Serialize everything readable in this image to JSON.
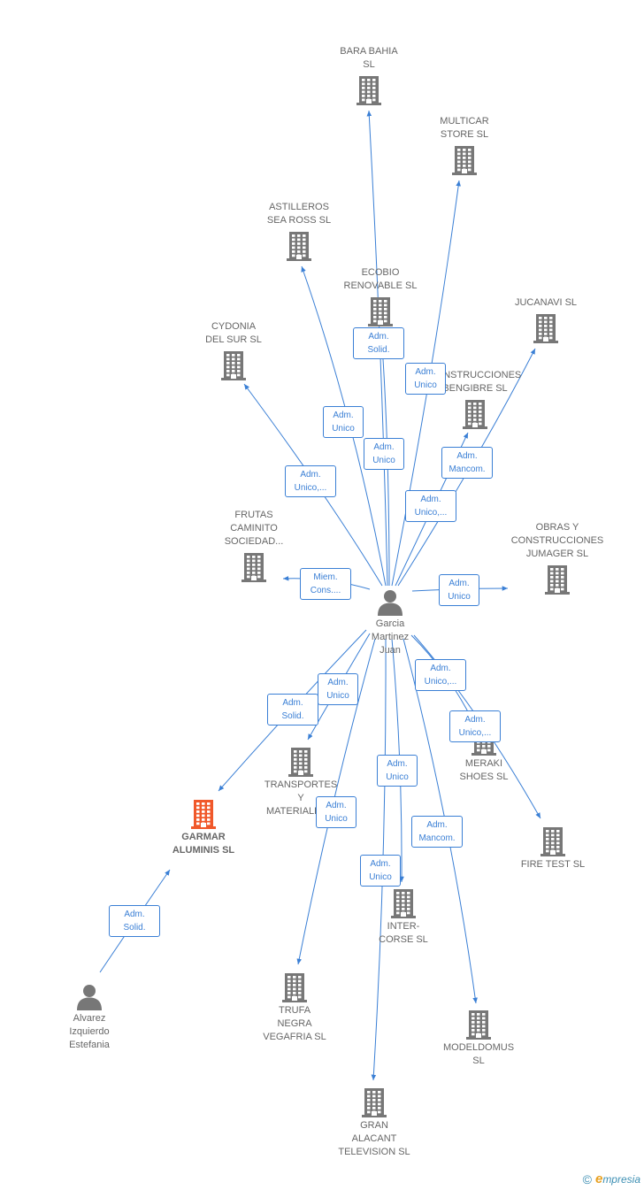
{
  "colors": {
    "edge": "#3a7fd5",
    "company_icon": "#777777",
    "highlight_icon": "#f0582a",
    "person_icon": "#777777"
  },
  "nodes": [
    {
      "id": "bara",
      "type": "company",
      "label": "BARA BAHIA\nSL"
    },
    {
      "id": "multicar",
      "type": "company",
      "label": "MULTICAR\nSTORE  SL"
    },
    {
      "id": "astilleros",
      "type": "company",
      "label": "ASTILLEROS\nSEA ROSS  SL"
    },
    {
      "id": "ecobio",
      "type": "company",
      "label": "ECOBIO\nRENOVABLE SL"
    },
    {
      "id": "jucanavi",
      "type": "company",
      "label": "JUCANAVI SL"
    },
    {
      "id": "cydonia",
      "type": "company",
      "label": "CYDONIA\nDEL SUR  SL"
    },
    {
      "id": "bengibre",
      "type": "company",
      "label": "CONSTRUCCIONES\nBENGIBRE SL"
    },
    {
      "id": "frutas",
      "type": "company",
      "label": "FRUTAS\nCAMINITO\nSOCIEDAD..."
    },
    {
      "id": "obras",
      "type": "company",
      "label": "OBRAS Y\nCONSTRUCCIONES\nJUMAGER SL"
    },
    {
      "id": "garcia",
      "type": "person",
      "label": "Garcia\nMartinez\nJuan"
    },
    {
      "id": "meraki",
      "type": "company",
      "label": "MERAKI\nSHOES  SL"
    },
    {
      "id": "transportes",
      "type": "company",
      "label": "TRANSPORTES\nY\nMATERIALES..."
    },
    {
      "id": "garmar",
      "type": "company",
      "label": "GARMAR\nALUMINIS  SL",
      "highlight": true
    },
    {
      "id": "firetest",
      "type": "company",
      "label": "FIRE TEST SL"
    },
    {
      "id": "intercorse",
      "type": "company",
      "label": "INTER-\nCORSE SL"
    },
    {
      "id": "alvarez",
      "type": "person",
      "label": "Alvarez\nIzquierdo\nEstefania"
    },
    {
      "id": "trufa",
      "type": "company",
      "label": "TRUFA\nNEGRA\nVEGAFRIA  SL"
    },
    {
      "id": "modeldomus",
      "type": "company",
      "label": "MODELDOMUS\nSL"
    },
    {
      "id": "gran",
      "type": "company",
      "label": "GRAN\nALACANT\nTELEVISION SL"
    }
  ],
  "edges": [
    {
      "from": "garcia",
      "to": "bara",
      "label": "Adm.\nUnico"
    },
    {
      "from": "garcia",
      "to": "multicar",
      "label": "Adm.\nUnico"
    },
    {
      "from": "garcia",
      "to": "astilleros",
      "label": "Adm.\nUnico"
    },
    {
      "from": "garcia",
      "to": "ecobio",
      "label": "Adm.\nSolid."
    },
    {
      "from": "garcia",
      "to": "jucanavi",
      "label": "Adm.\nUnico,..."
    },
    {
      "from": "garcia",
      "to": "cydonia",
      "label": "Adm.\nUnico,..."
    },
    {
      "from": "garcia",
      "to": "bengibre",
      "label": "Adm.\nMancom."
    },
    {
      "from": "garcia",
      "to": "frutas",
      "label": "Miem.\nCons...."
    },
    {
      "from": "garcia",
      "to": "obras",
      "label": "Adm.\nUnico"
    },
    {
      "from": "garcia",
      "to": "meraki",
      "label": "Adm.\nUnico,..."
    },
    {
      "from": "garcia",
      "to": "firetest",
      "label": "Adm.\nUnico,..."
    },
    {
      "from": "garcia",
      "to": "transportes",
      "label": "Adm.\nUnico"
    },
    {
      "from": "garcia",
      "to": "garmar",
      "label": "Adm.\nSolid."
    },
    {
      "from": "garcia",
      "to": "intercorse",
      "label": "Adm.\nUnico"
    },
    {
      "from": "garcia",
      "to": "trufa",
      "label": "Adm.\nUnico"
    },
    {
      "from": "garcia",
      "to": "modeldomus",
      "label": "Adm.\nMancom."
    },
    {
      "from": "garcia",
      "to": "gran",
      "label": "Adm.\nUnico"
    },
    {
      "from": "alvarez",
      "to": "garmar",
      "label": "Adm.\nSolid."
    }
  ],
  "footer": {
    "copyright": "©",
    "brand_initial": "e",
    "brand_rest": "mpresia"
  }
}
